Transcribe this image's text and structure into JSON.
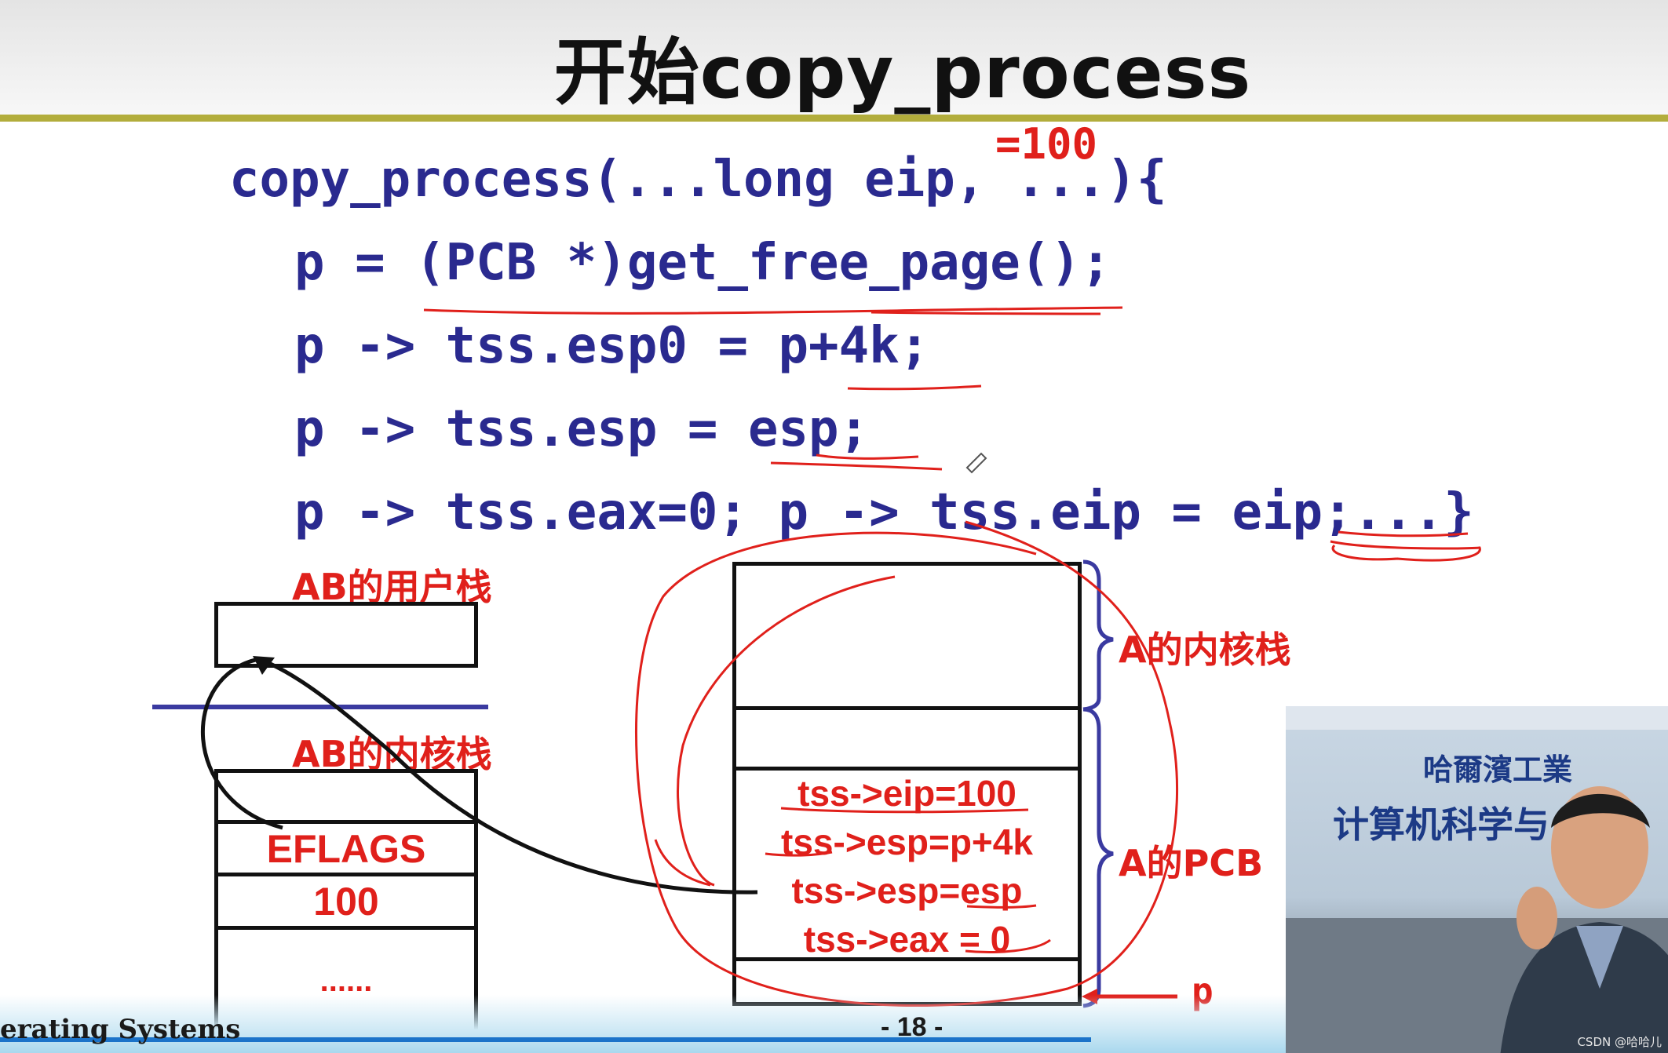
{
  "slide": {
    "title": "开始copy_process",
    "page_number": "- 18 -",
    "footer_course": "erating Systems"
  },
  "code": {
    "annotation": "=100",
    "line1": "copy_process(...long eip, ...){",
    "line2": "p = (PCB *)get_free_page();",
    "line3": "p -> tss.esp0 = p+4k;",
    "line4": "p -> tss.esp = esp;",
    "line5": "p -> tss.eax=0; p -> tss.eip = eip;...}"
  },
  "diagram": {
    "user_stack_label": "AB的用户栈",
    "kernel_stack_label": "AB的内核栈",
    "left_stack": [
      "EFLAGS",
      "100",
      "......"
    ],
    "a_kernel_stack_label": "A的内核栈",
    "a_pcb_label": "A的PCB",
    "pcb_fields": [
      "tss->eip=100",
      "tss->esp=p+4k",
      "tss->esp=esp",
      "tss->eax = 0"
    ],
    "pointer_label": "p"
  },
  "video": {
    "university_text": "哈爾濱工業",
    "department_text": "计算机科学与"
  },
  "watermark": "CSDN @哈哈儿",
  "colors": {
    "code_blue": "#2a2a8f",
    "annotation_red": "#e0201b",
    "title_rule": "#b2ad3c"
  }
}
